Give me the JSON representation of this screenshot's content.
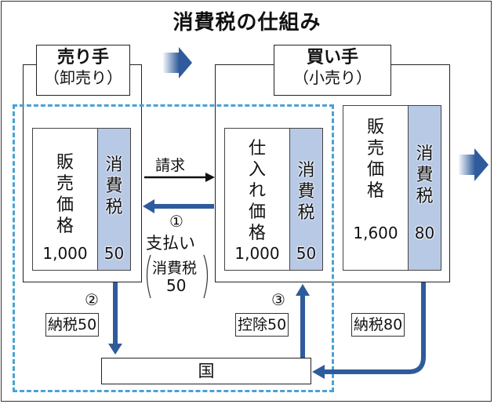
{
  "title": "消費税の仕組み",
  "seller": {
    "label": "売り手",
    "sublabel": "（卸売り）",
    "price_label": [
      "販",
      "売",
      "価",
      "格"
    ],
    "price_value": "1,000",
    "tax_label": [
      "消",
      "費",
      "税"
    ],
    "tax_value": "50"
  },
  "buyer": {
    "label": "買い手",
    "sublabel": "（小売り）",
    "purchase": {
      "price_label": [
        "仕",
        "入",
        "れ",
        "価",
        "格"
      ],
      "price_value": "1,000",
      "tax_label": [
        "消",
        "費",
        "税"
      ],
      "tax_value": "50"
    },
    "sale": {
      "price_label": [
        "販",
        "売",
        "価",
        "格"
      ],
      "price_value": "1,600",
      "tax_label": [
        "消",
        "費",
        "税"
      ],
      "tax_value": "80"
    }
  },
  "flows": {
    "invoice_label": "請求",
    "payment_step": "①",
    "payment_label": "支払い",
    "payment_detail": "消費税",
    "payment_amount": "50",
    "step2": "②",
    "seller_tax_payment": "納税50",
    "step3": "③",
    "deduction": "控除50",
    "buyer_tax_payment": "納税80"
  },
  "government": {
    "label": "国"
  },
  "colors": {
    "arrow_blue": "#2f5b9c",
    "tax_fill": "#b8c9e6",
    "dashed_outline": "#4aa3d4"
  }
}
